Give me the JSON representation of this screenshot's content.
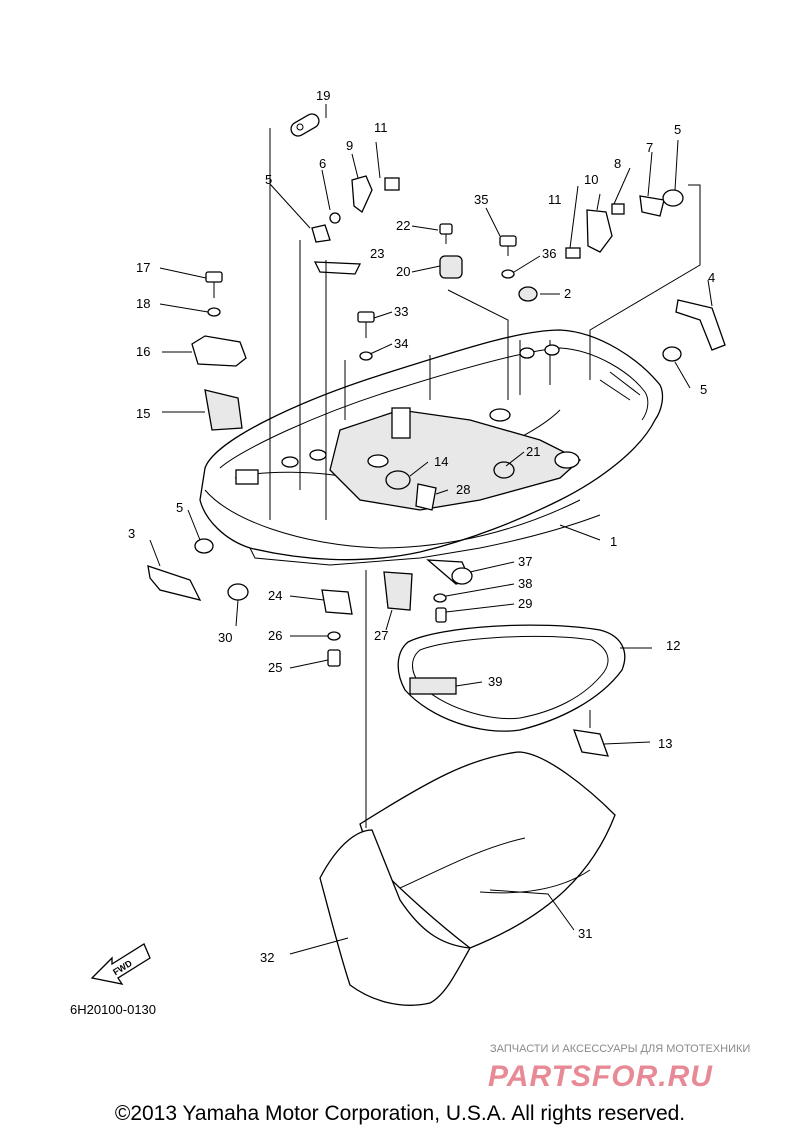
{
  "diagram": {
    "callouts": [
      "1",
      "2",
      "3",
      "4",
      "5",
      "5",
      "5",
      "5",
      "6",
      "7",
      "8",
      "9",
      "10",
      "11",
      "11",
      "12",
      "13",
      "14",
      "15",
      "16",
      "17",
      "18",
      "19",
      "20",
      "21",
      "22",
      "23",
      "24",
      "25",
      "26",
      "27",
      "28",
      "29",
      "30",
      "31",
      "32",
      "33",
      "34",
      "35",
      "36",
      "37",
      "38",
      "39"
    ],
    "fwd_label": "FWD",
    "doc_code": "6H20100-0130"
  },
  "watermark": {
    "tagline": "ЗАПЧАСТИ И АКСЕССУАРЫ ДЛЯ МОТОТЕХНИКИ",
    "logo": "PARTSFOR.RU"
  },
  "footer": {
    "copyright": "©2013 Yamaha Motor Corporation, U.S.A. All rights reserved."
  }
}
